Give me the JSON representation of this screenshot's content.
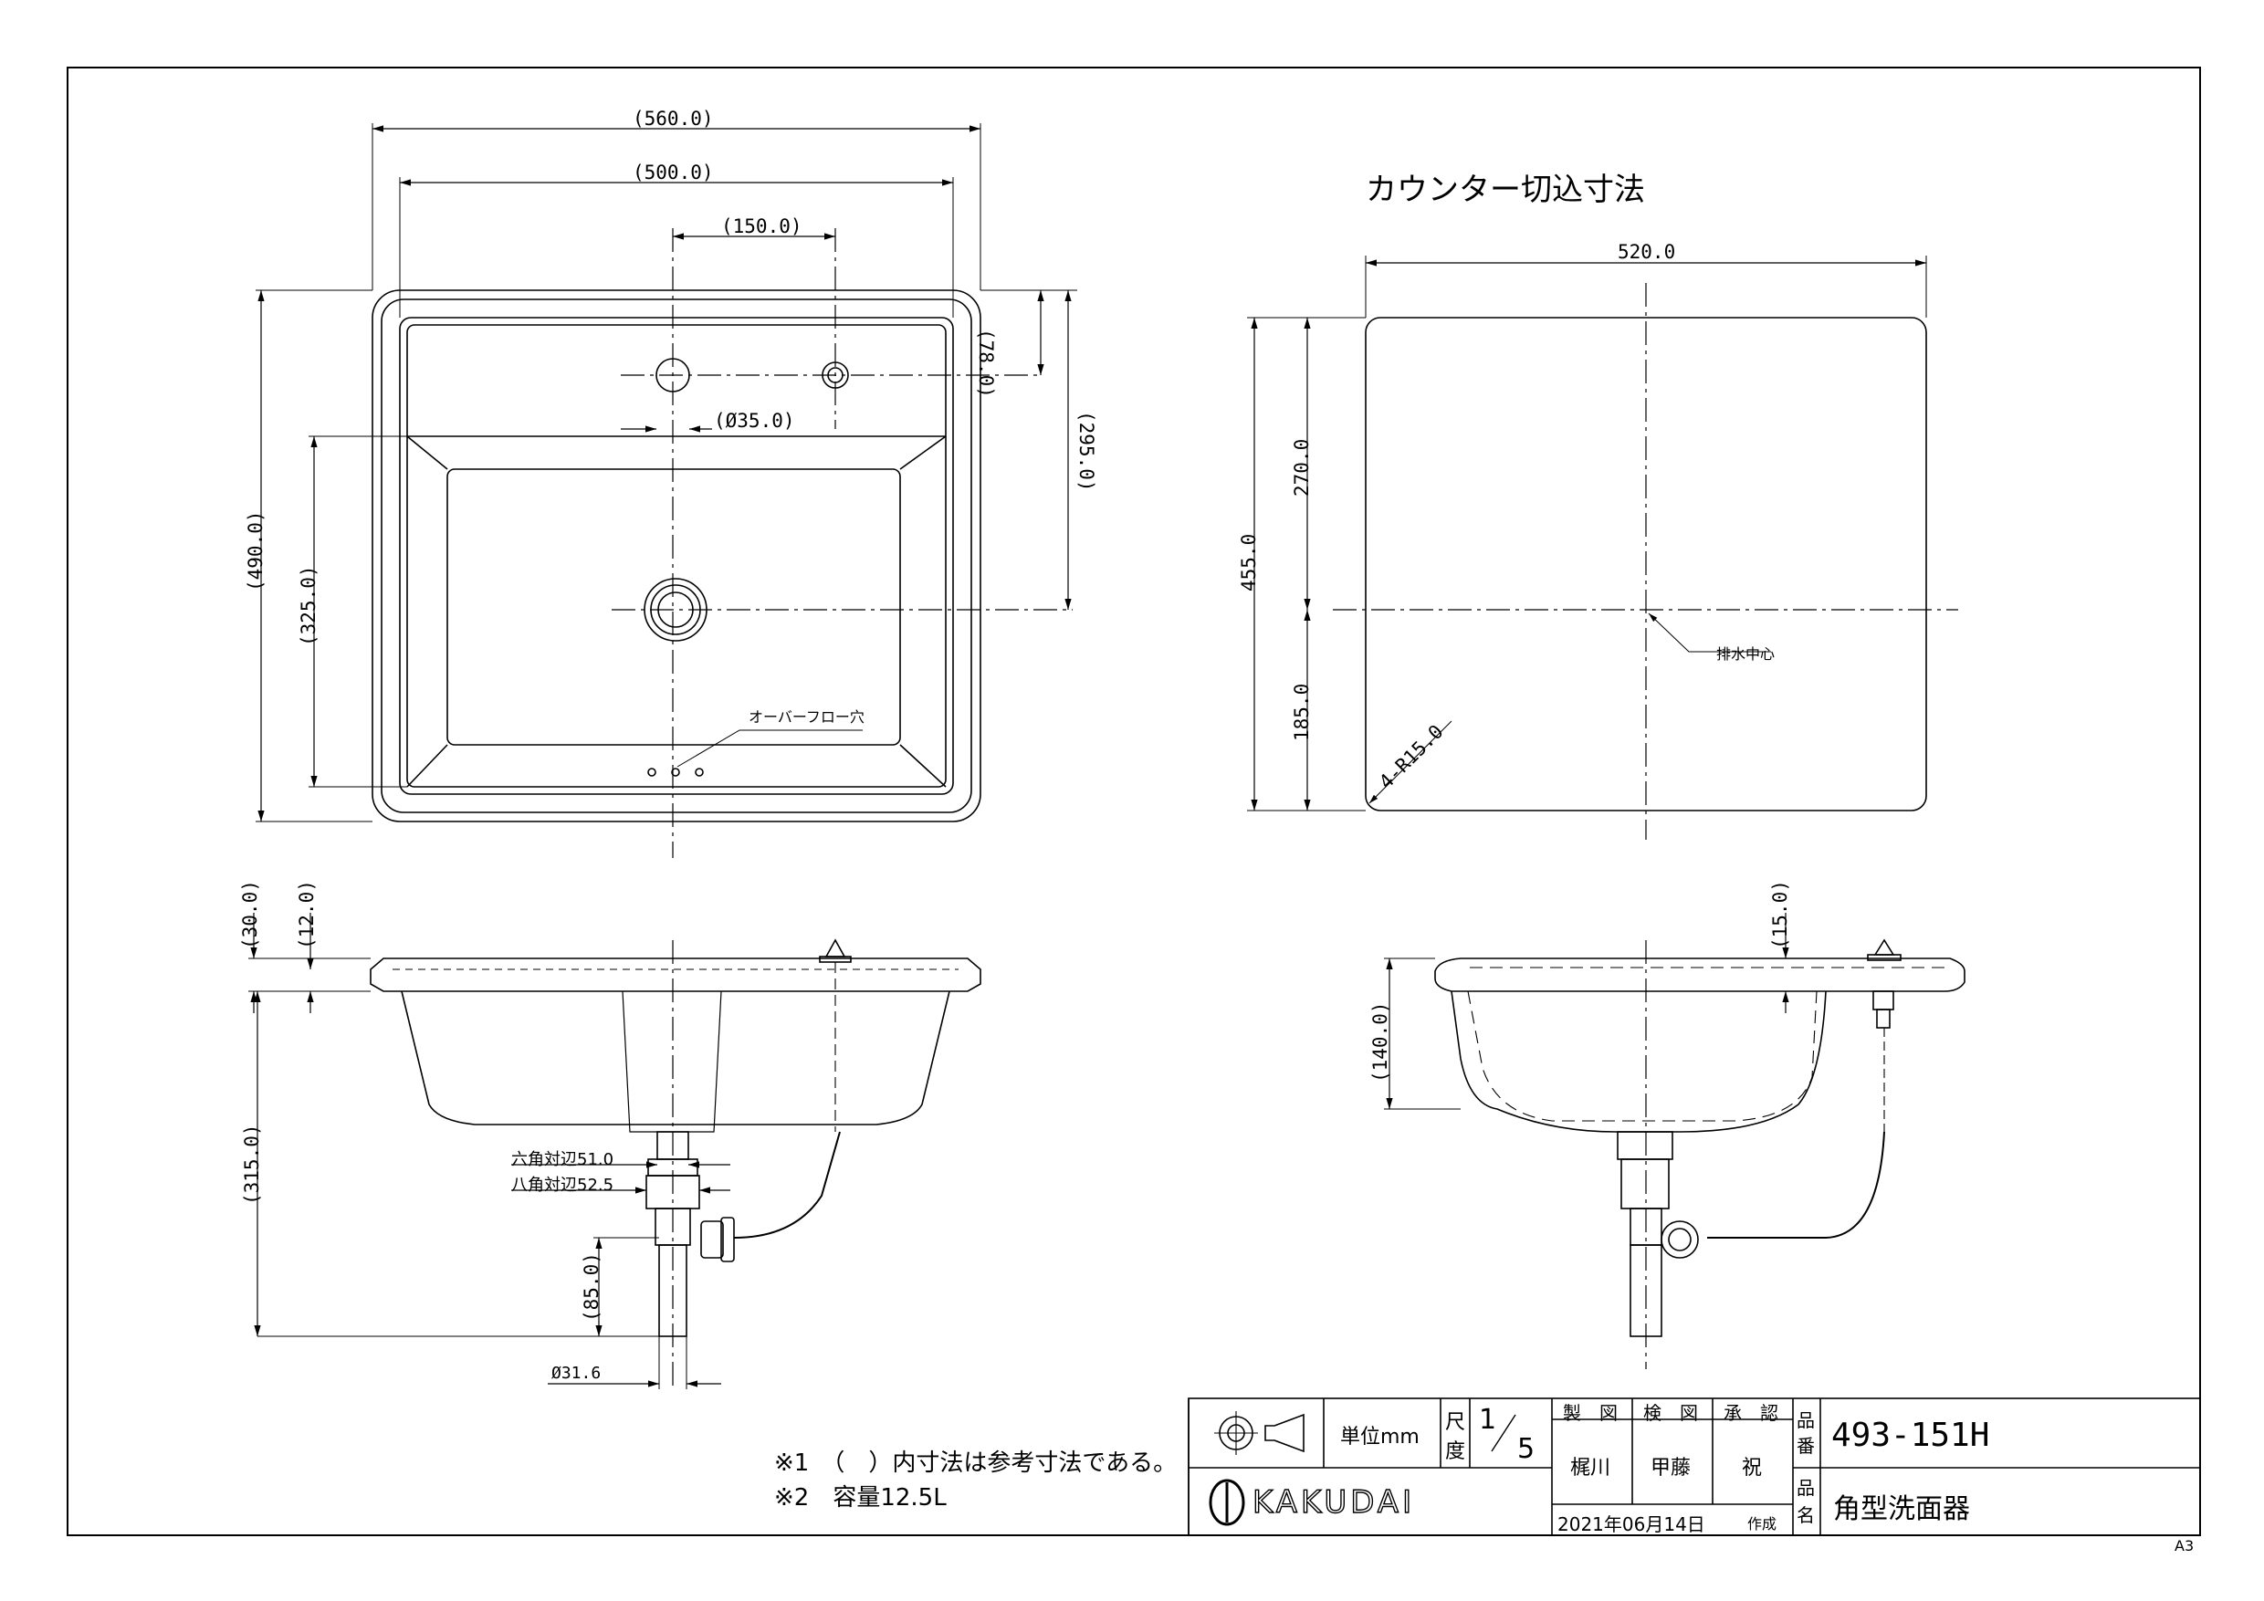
{
  "plan_view": {
    "dims": {
      "overall_width": "(560.0)",
      "inner_width": "(500.0)",
      "faucet_offset": "(150.0)",
      "top_depth": "(78.0)",
      "faucet_hole_dia": "(Ø35.0)",
      "to_drain": "(295.0)",
      "overall_depth": "(490.0)",
      "bowl_depth": "(325.0)"
    },
    "overflow_label": "オーバーフロー穴"
  },
  "cutout_view": {
    "title": "カウンター切込寸法",
    "dims": {
      "width": "520.0",
      "depth": "455.0",
      "upper": "270.0",
      "lower": "185.0",
      "corner_radius": "4-R15.0"
    },
    "drain_center_label": "排水中心"
  },
  "front_view": {
    "dims": {
      "rim_height": "(30.0)",
      "rim_thickness": "(12.0)",
      "total_height": "(315.0)",
      "trap_height": "(85.0)",
      "pipe_dia": "Ø31.6"
    },
    "hex_label": "六角対辺51.0",
    "oct_label": "八角対辺52.5"
  },
  "side_view": {
    "dims": {
      "rim": "(15.0)",
      "bowl_height": "(140.0)"
    }
  },
  "notes": [
    "※1　（　）内寸法は参考寸法である。",
    "※2　容量12.5L"
  ],
  "title_block": {
    "unit_label": "単位mm",
    "scale_label_a": "尺",
    "scale_label_b": "度",
    "scale_num": "1",
    "scale_den": "5",
    "drawn_header": "製　図",
    "checked_header": "検　図",
    "approved_header": "承　認",
    "drawn_by": "梶川",
    "checked_by": "甲藤",
    "approved_by": "祝",
    "date": "2021年06月14日",
    "made": "作成",
    "part_no_label_a": "品",
    "part_no_label_b": "番",
    "part_no": "493-151H",
    "part_name_label_a": "品",
    "part_name_label_b": "名",
    "part_name": "角型洗面器",
    "brand": "KAKUDAI"
  },
  "sheet_size": "A3"
}
